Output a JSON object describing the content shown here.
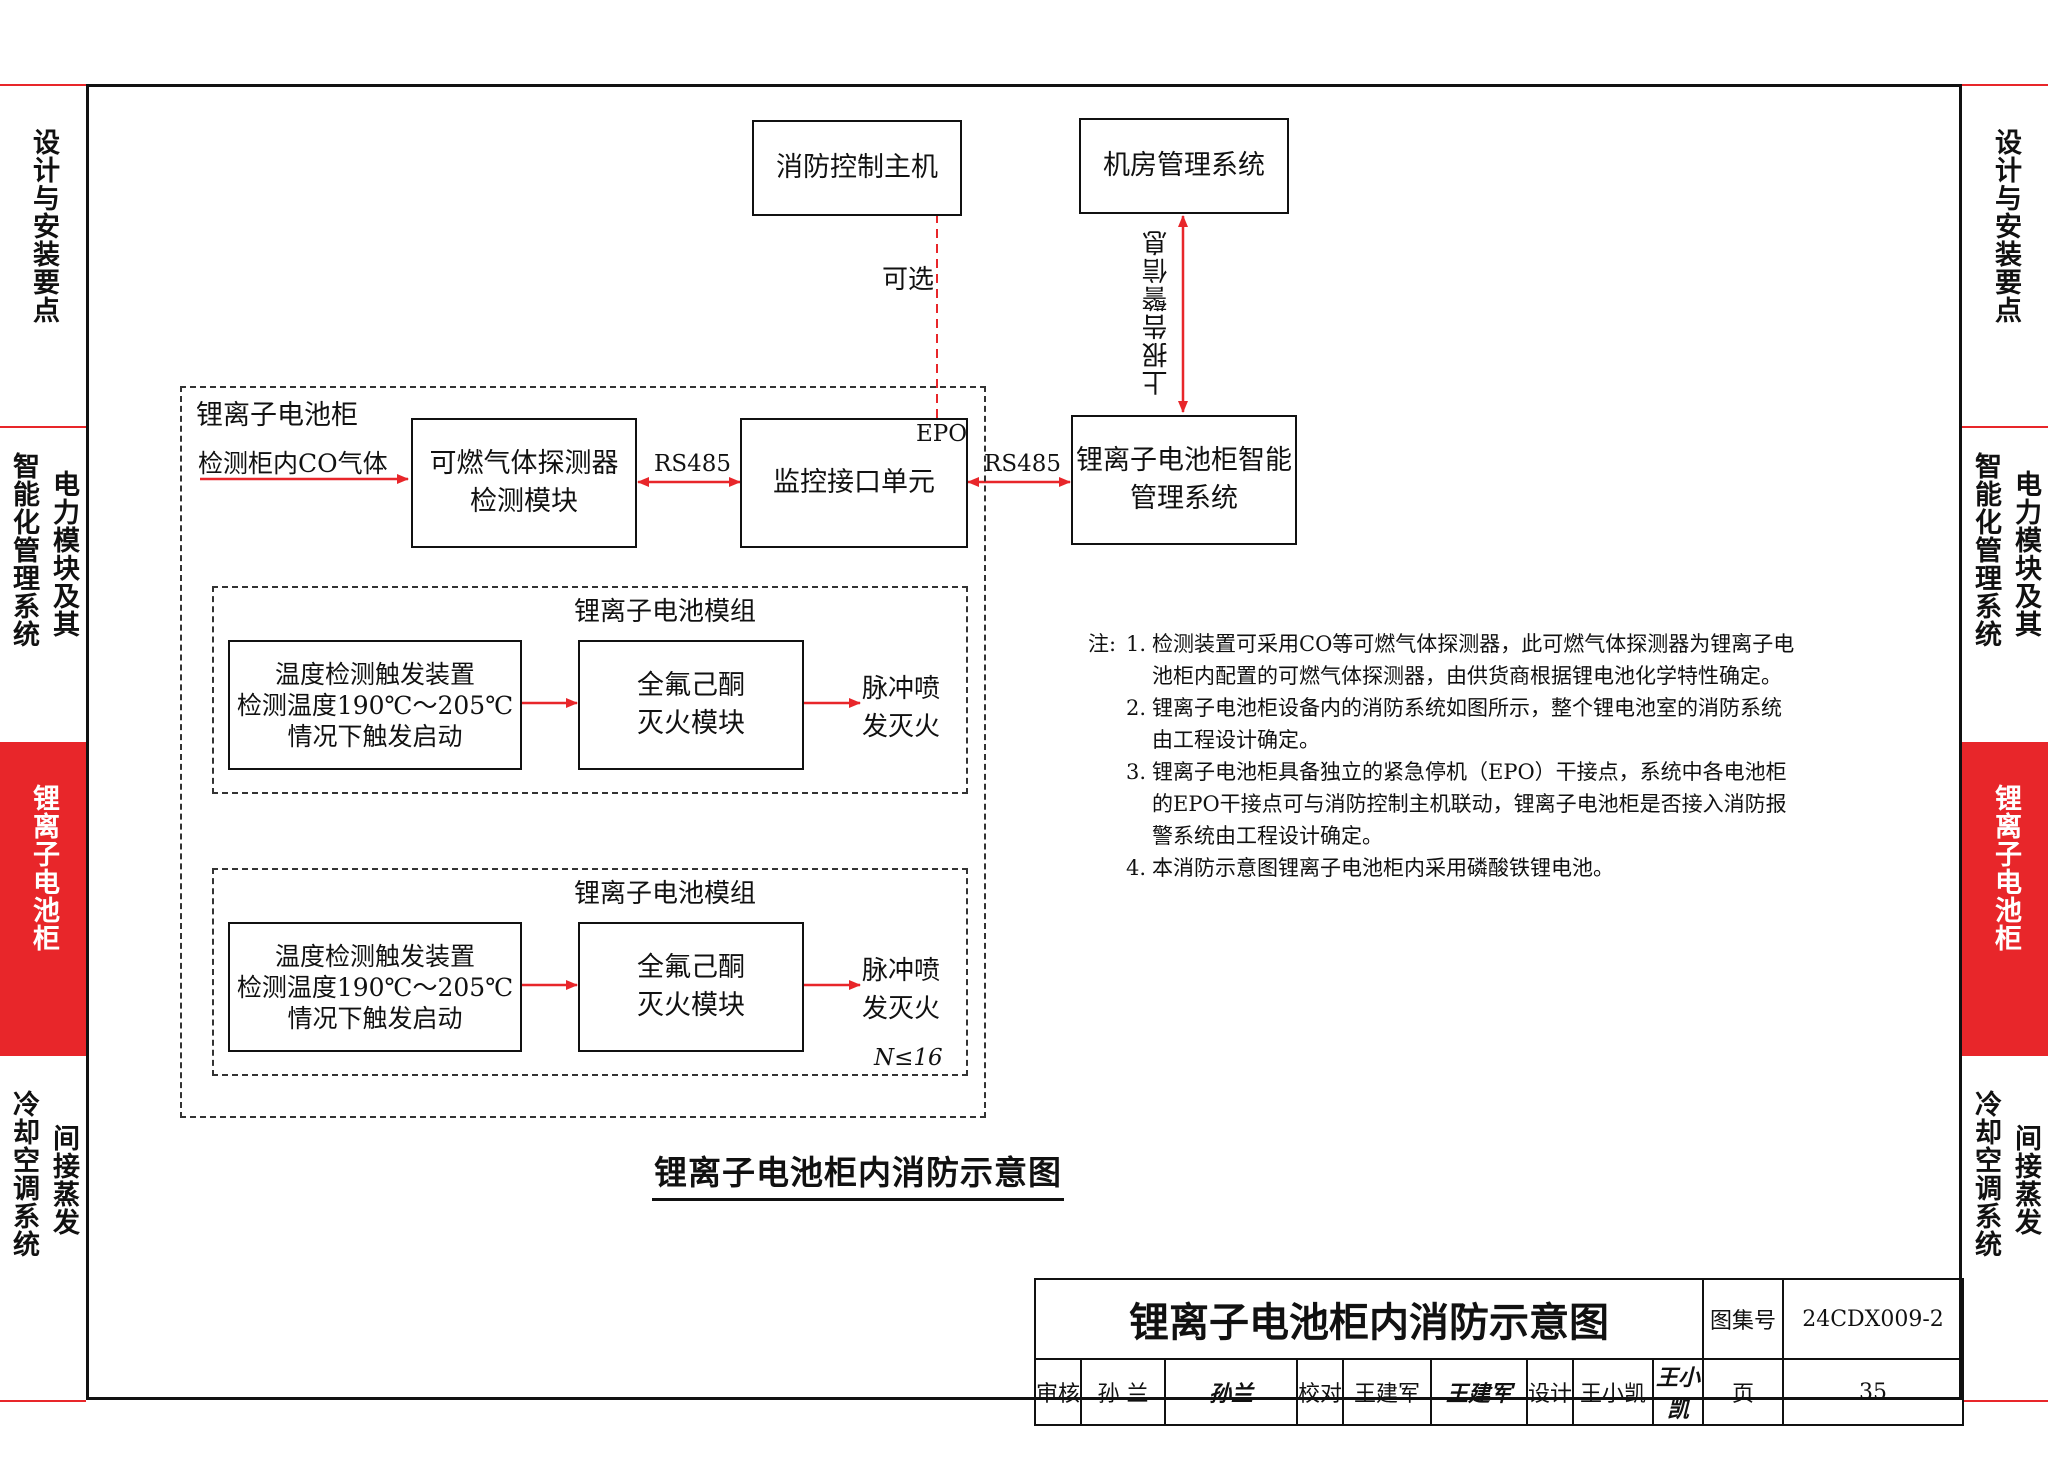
{
  "side_tabs": [
    {
      "columns": [
        "设计与安装要点"
      ],
      "active": false
    },
    {
      "columns": [
        "智能化管理系统",
        "电力模块及其"
      ],
      "active": false
    },
    {
      "columns": [
        "锂离子电池柜"
      ],
      "active": true
    },
    {
      "columns": [
        "冷却空调系统",
        "间接蒸发"
      ],
      "active": false
    }
  ],
  "diagram": {
    "fire_control_host": "消防控制主机",
    "room_mgmt_system": "机房管理系统",
    "optional_label": "可选",
    "report_alarm_label": "上报告警信息",
    "cabinet_title": "锂离子电池柜",
    "co_input_label": "检测柜内CO气体",
    "gas_detector": [
      "可燃气体探测器",
      "检测模块"
    ],
    "rs485_left": "RS485",
    "monitor_unit": "监控接口单元",
    "epo_label": "EPO",
    "rs485_right": "RS485",
    "bms": [
      "锂离子电池柜智能",
      "管理系统"
    ],
    "modules": [
      {
        "title": "锂离子电池模组",
        "trigger": [
          "温度检测触发装置",
          "检测温度190℃～205℃",
          "情况下触发启动"
        ],
        "extinguisher": [
          "全氟己酮",
          "灭火模块"
        ],
        "result": [
          "脉冲喷",
          "发灭火"
        ]
      },
      {
        "title": "锂离子电池模组",
        "trigger": [
          "温度检测触发装置",
          "检测温度190℃～205℃",
          "情况下触发启动"
        ],
        "extinguisher": [
          "全氟己酮",
          "灭火模块"
        ],
        "result": [
          "脉冲喷",
          "发灭火"
        ]
      }
    ],
    "count_label": "N≤16",
    "title": "锂离子电池柜内消防示意图"
  },
  "notes": {
    "prefix": "注:",
    "items": [
      {
        "num": "1.",
        "text": "检测装置可采用CO等可燃气体探测器，此可燃气体探测器为锂离子电池柜内配置的可燃气体探测器，由供货商根据锂电池化学特性确定。"
      },
      {
        "num": "2.",
        "text": "锂离子电池柜设备内的消防系统如图所示，整个锂电池室的消防系统由工程设计确定。"
      },
      {
        "num": "3.",
        "text": "锂离子电池柜具备独立的紧急停机（EPO）干接点，系统中各电池柜的EPO干接点可与消防控制主机联动，锂离子电池柜是否接入消防报警系统由工程设计确定。"
      },
      {
        "num": "4.",
        "text": "本消防示意图锂离子电池柜内采用磷酸铁锂电池。"
      }
    ]
  },
  "title_block": {
    "title": "锂离子电池柜内消防示意图",
    "atlas_label": "图集号",
    "atlas_no": "24CDX009-2",
    "review_label": "审核",
    "reviewer": "孙 兰",
    "reviewer_sig": "孙兰",
    "check_label": "校对",
    "checker": "王建军",
    "checker_sig": "王建军",
    "design_label": "设计",
    "designer": "王小凯",
    "designer_sig": "王小凯",
    "page_label": "页",
    "page_no": "35"
  },
  "colors": {
    "accent_red": "#e8262a",
    "line": "#111111"
  }
}
